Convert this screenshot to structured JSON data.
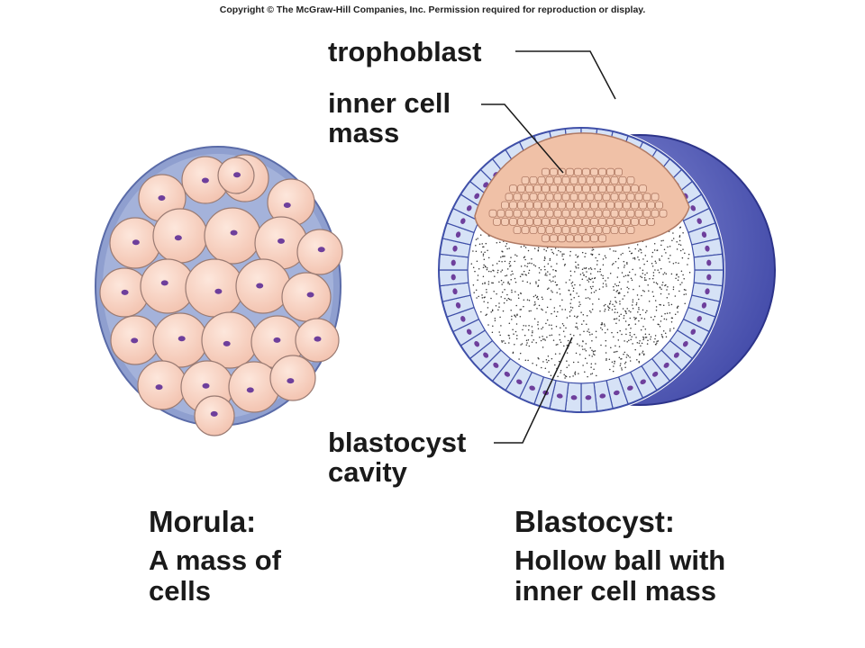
{
  "copyright": "Copyright © The McGraw-Hill Companies, Inc. Permission required for reproduction or display.",
  "labels": {
    "trophoblast": "trophoblast",
    "inner_cell_mass_line1": "inner cell",
    "inner_cell_mass_line2": "mass",
    "blastocyst_cavity_line1": "blastocyst",
    "blastocyst_cavity_line2": "cavity"
  },
  "captions": {
    "morula_title": "Morula:",
    "morula_line1": "A mass of",
    "morula_line2": "cells",
    "blastocyst_title": "Blastocyst:",
    "blastocyst_line1": "Hollow ball with",
    "blastocyst_line2": "inner cell mass"
  },
  "colors": {
    "cell_fill": "#f8d3c3",
    "cell_stroke": "#9a7b73",
    "nucleus": "#6e3f9c",
    "zona_fill": "#8f9fcf",
    "blasto_outer": "#4a55b0",
    "blasto_outer_light": "#7f86d0",
    "troph_fill": "#d6e2f6",
    "troph_stroke": "#3f4fa8",
    "icm_fill": "#f0c1a7",
    "icm_stroke": "#b07a64",
    "cavity_dot": "#333333"
  }
}
